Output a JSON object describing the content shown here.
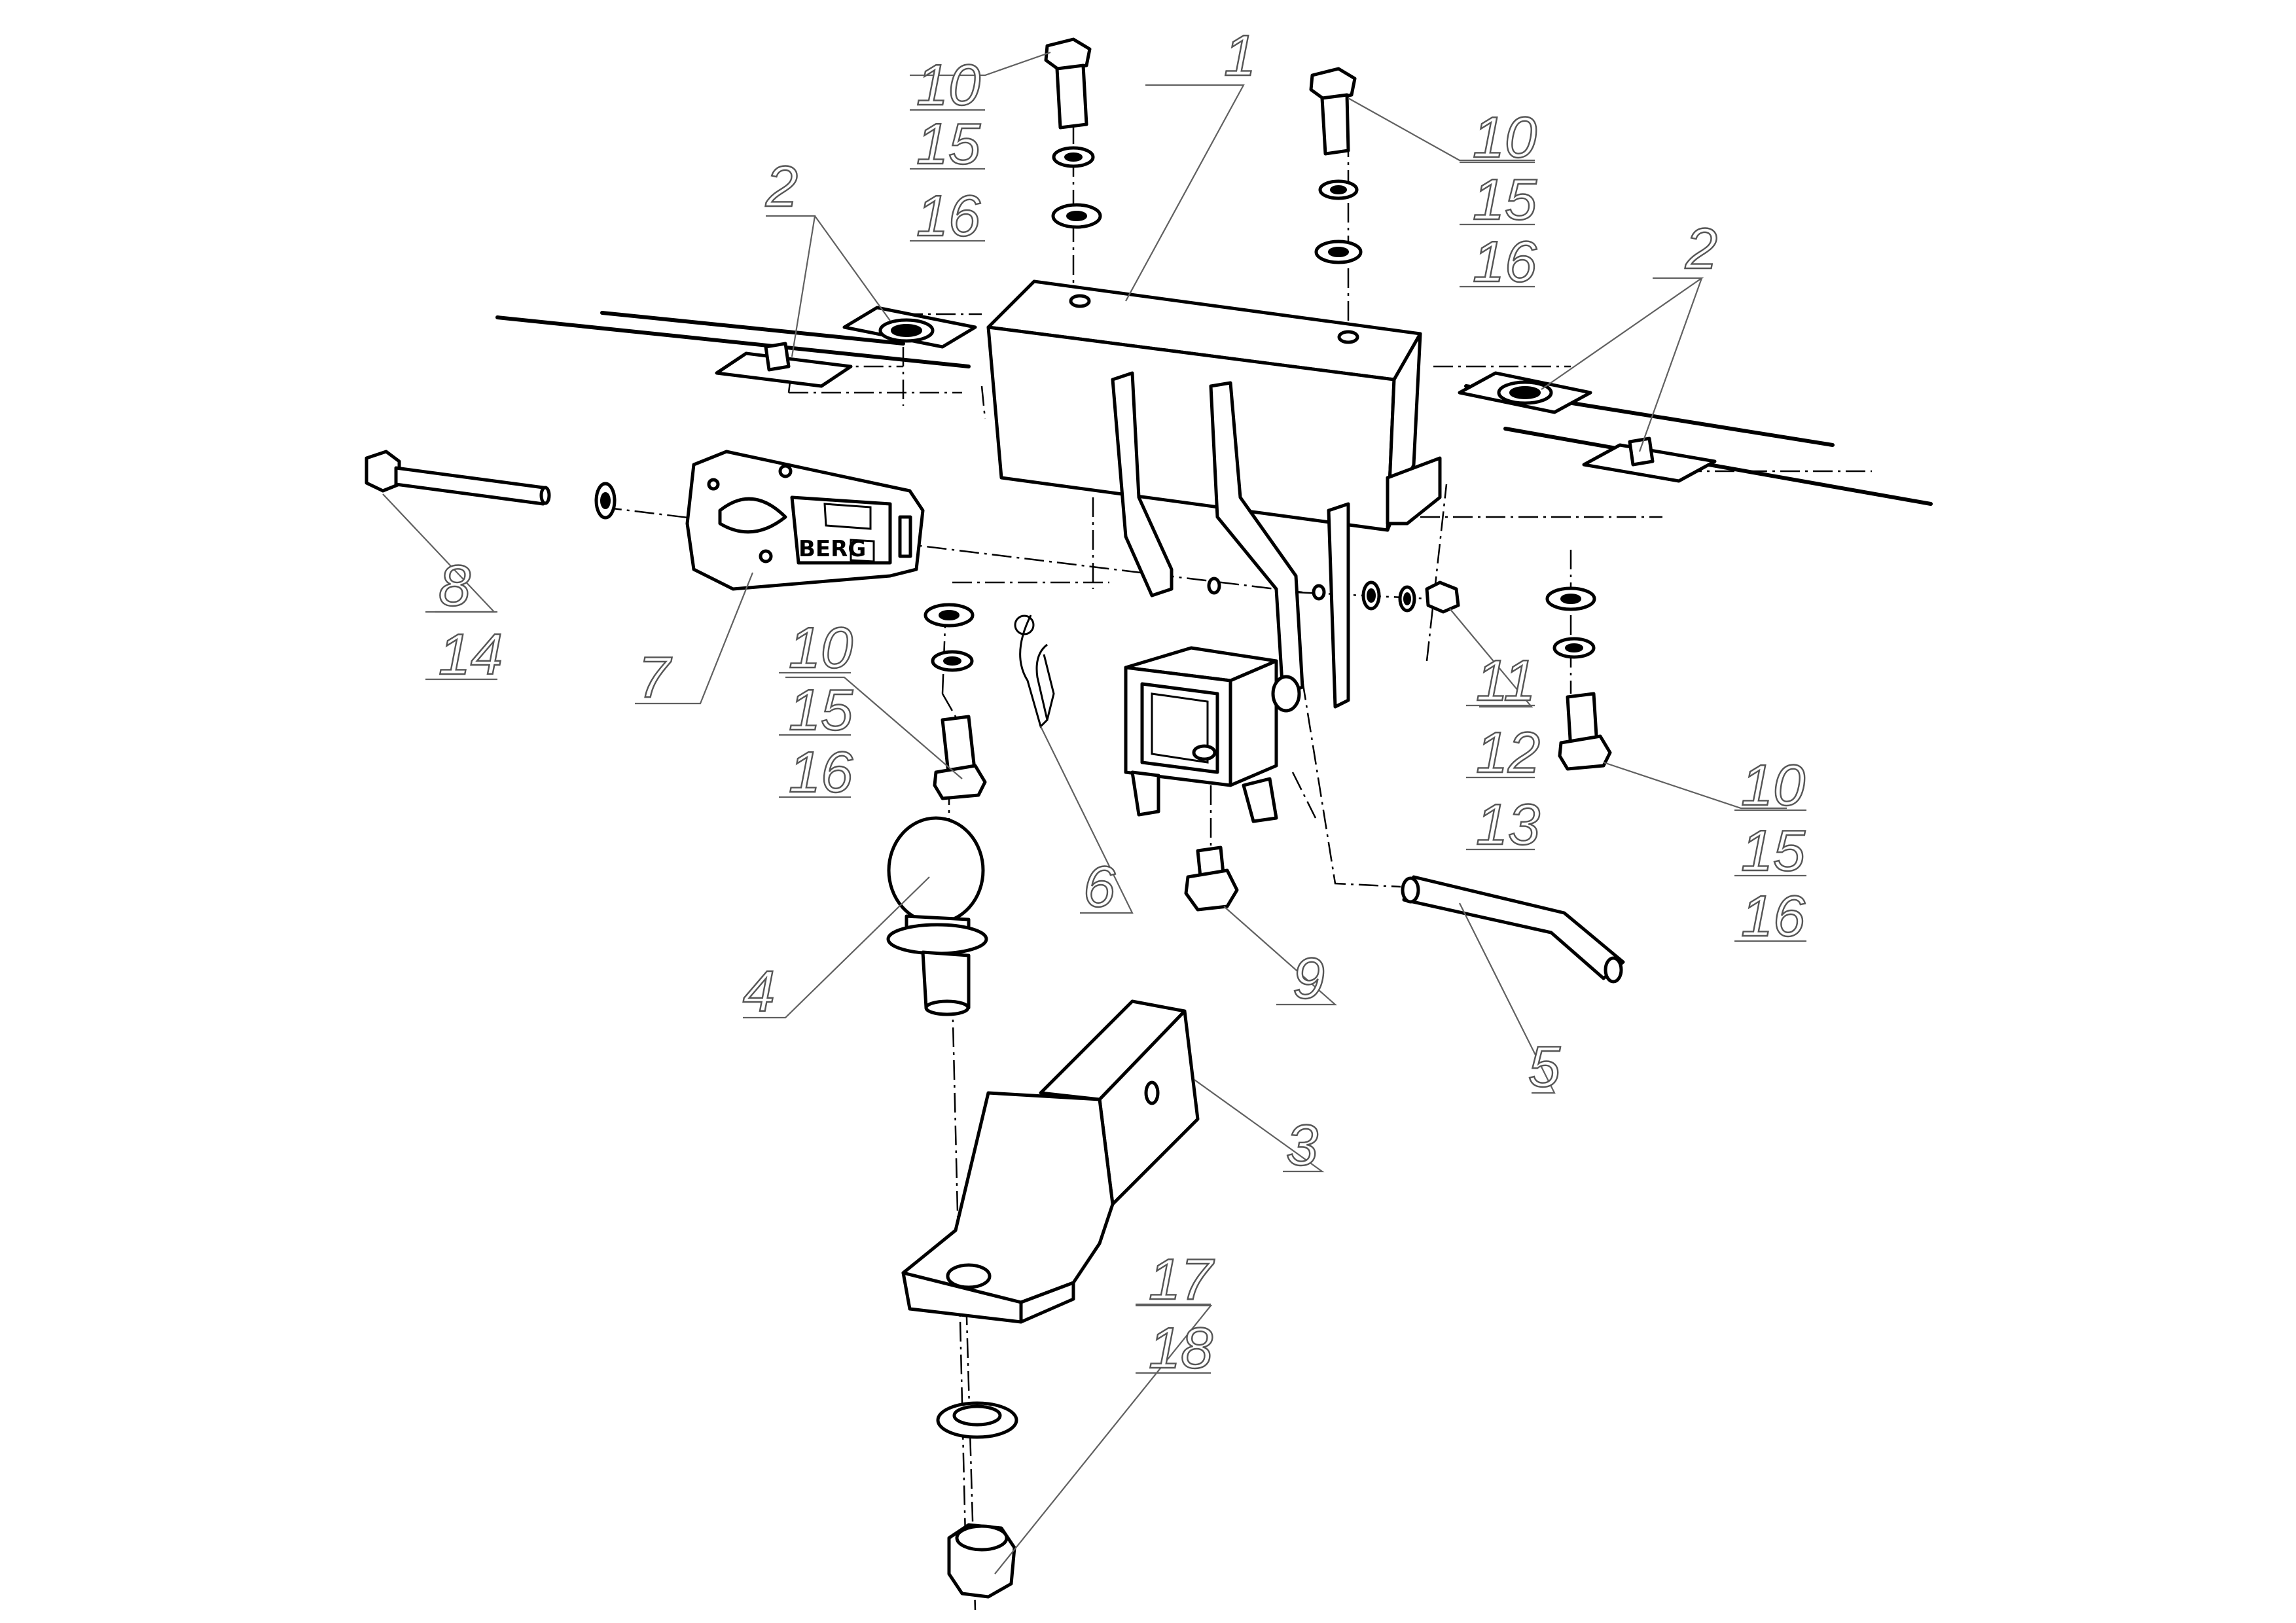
{
  "logo": "BERG",
  "callouts": {
    "item_1": "1",
    "item_2": "2",
    "item_3": "3",
    "item_4": "4",
    "item_5": "5",
    "item_6": "6",
    "item_7": "7",
    "item_8": "8",
    "item_9": "9",
    "item_10": "10",
    "item_11": "11",
    "item_12": "12",
    "item_13": "13",
    "item_14": "14",
    "item_15": "15",
    "item_16": "16",
    "item_17": "17",
    "item_18": "18"
  }
}
